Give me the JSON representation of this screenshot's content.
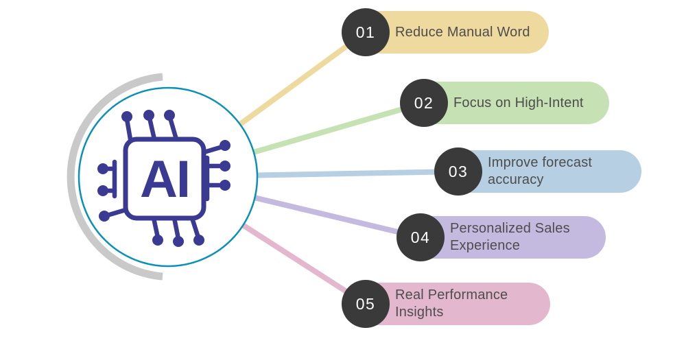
{
  "hub": {
    "label": "AI",
    "icon": "ai-chip-icon",
    "chip_color": "#3b3a92",
    "ring_color": "#0a90b6",
    "arc_color": "#c9c9c9"
  },
  "palette": {
    "number_circle": "#3a3a3a",
    "number_text": "#ffffff",
    "label_text": "#4d4d4d",
    "background": "#ffffff"
  },
  "items": [
    {
      "number": "01",
      "label": "Reduce Manual Word",
      "color": "#eeda9f"
    },
    {
      "number": "02",
      "label": "Focus on High-Intent",
      "color": "#c6e1b3"
    },
    {
      "number": "03",
      "label": "Improve forecast accuracy",
      "color": "#b6cfe3"
    },
    {
      "number": "04",
      "label": "Personalized Sales Experience",
      "color": "#c4badf"
    },
    {
      "number": "05",
      "label": "Real Performance Insights",
      "color": "#e3b8ce"
    }
  ]
}
